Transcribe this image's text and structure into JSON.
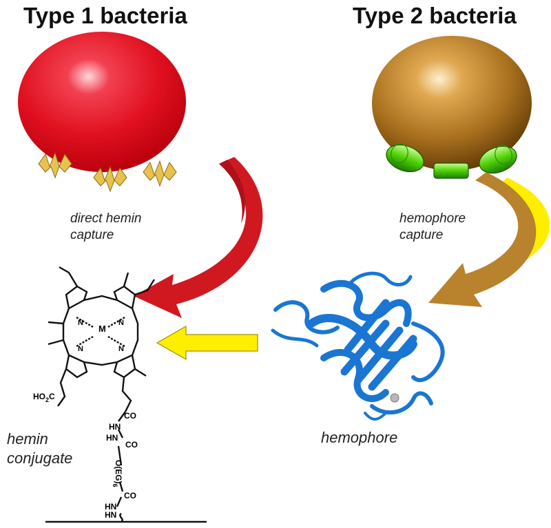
{
  "titles": {
    "type1": "Type 1 bacteria",
    "type2": "Type 2 bacteria"
  },
  "labels": {
    "direct_capture_line1": "direct hemin",
    "direct_capture_line2": "capture",
    "hemophore_capture_line1": "hemophore",
    "hemophore_capture_line2": "capture",
    "hemophore": "hemophore",
    "conjugate_line1": "hemin",
    "conjugate_line2": "conjugate"
  },
  "chem": {
    "metal": "M",
    "n": "N",
    "acid": "HO",
    "acid_sub": "2",
    "acid_tail": "C",
    "co": "CO",
    "hn": "HN",
    "linker": "O(EG)",
    "linker_sub": "6"
  },
  "colors": {
    "type1_cell": "#e8102a",
    "type2_cell": "#a8711f",
    "red_arrow": "#d01820",
    "brown_arrow": "#b9822c",
    "yellow": "#ffee00",
    "green_receptor": "#44d200",
    "protein": "#1a76d2",
    "gold_spikes": "#e8c250"
  }
}
